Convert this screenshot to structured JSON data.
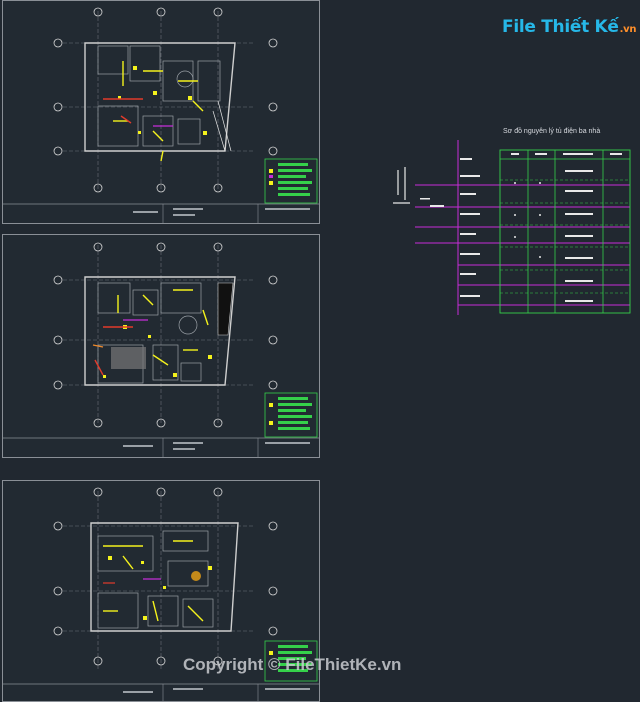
{
  "logo": {
    "brand": "File Thiết Kế",
    "domain": ".vn"
  },
  "watermark": "Copyright © FileThietKe.vn",
  "diagram": {
    "title": "Sơ đồ nguyên lý tủ điện ba nhà"
  },
  "colors": {
    "background": "#212830",
    "sheet_border": "#8a8f96",
    "cad_green": "#35d04a",
    "cad_yellow": "#f4f21c",
    "cad_magenta": "#c62dd8",
    "cad_red": "#e23b2b",
    "cad_white": "#e8e8e8",
    "logo_blue": "#26b8e8",
    "logo_orange": "#ff8f2a"
  },
  "icons": [
    "grid-bubble-icon",
    "title-block-icon",
    "legend-table-icon"
  ]
}
